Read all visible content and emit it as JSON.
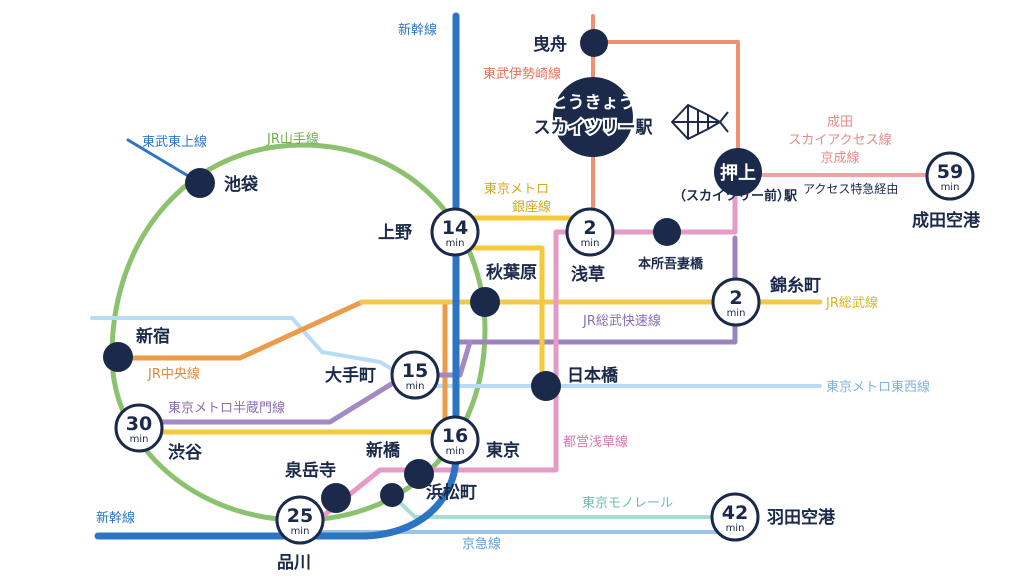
{
  "colors": {
    "navy": "#1b2a4a",
    "shinkansen": "#2c74c4",
    "yamanote": "#8cc26d",
    "chuo": "#ec9b4b",
    "ginza": "#f4c93a",
    "sobu": "#f2c94c",
    "sobu_rapid": "#9b83c0",
    "hanzomon": "#a38ac4",
    "asakusa": "#e69bc6",
    "isesaki": "#ef8f73",
    "tozai": "#9ecaf0",
    "monorail": "#a8ddd6",
    "keikyu": "#9dc4e8",
    "skyaccess": "#f0a3a3"
  },
  "lines": {
    "shinkansen_top": "新幹線",
    "shinkansen_bottom": "新幹線",
    "tobu_tojo": "東武東上線",
    "yamanote": "JR山手線",
    "isesaki": "東武伊勢崎線",
    "ginza_1": "東京メトロ",
    "ginza_2": "銀座線",
    "skyaccess_1": "成田",
    "skyaccess_2": "スカイアクセス線",
    "skyaccess_3": "京成線",
    "access_express": "アクセス特急経由",
    "sobu": "JR総武線",
    "sobu_rapid": "JR総武快速線",
    "chuo": "JR中央線",
    "hanzomon": "東京メトロ半蔵門線",
    "tozai": "東京メトロ東西線",
    "asakusa": "都営浅草線",
    "monorail": "東京モノレール",
    "keikyu": "京急線"
  },
  "stations": {
    "hikifune": "曳舟",
    "skytree_1": "とうきょう",
    "skytree_2": "スカイツリー駅",
    "oshiage": "押上",
    "oshiage_sub_1": "（スカイツリー前）",
    "oshiage_sub_2": "駅",
    "ikebukuro": "池袋",
    "ueno": "上野",
    "asakusa": "浅草",
    "honjo": "本所吾妻橋",
    "akihabara": "秋葉原",
    "kinshicho": "錦糸町",
    "shinjuku": "新宿",
    "otemachi": "大手町",
    "nihonbashi": "日本橋",
    "shibuya": "渋谷",
    "tokyo": "東京",
    "shinbashi": "新橋",
    "sengakuji": "泉岳寺",
    "hamamatsucho": "浜松町",
    "shinagawa": "品川",
    "haneda": "羽田空港",
    "narita": "成田空港"
  },
  "times": {
    "ueno": "14",
    "asakusa": "2",
    "kinshicho": "2",
    "otemachi": "15",
    "shibuya": "30",
    "tokyo": "16",
    "shinagawa": "25",
    "haneda": "42",
    "narita": "59",
    "unit": "min"
  }
}
